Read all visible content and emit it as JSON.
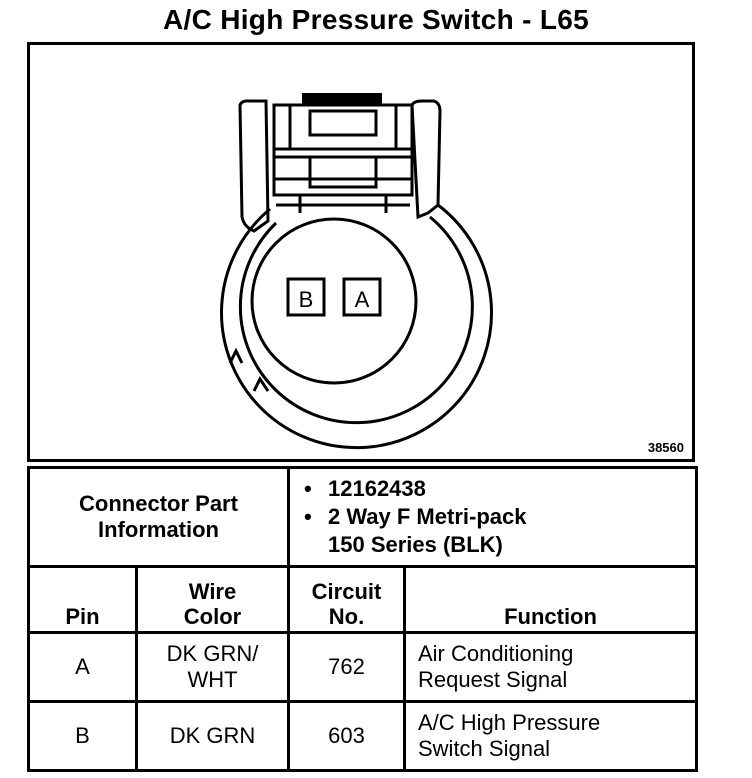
{
  "title": "A/C High Pressure Switch - L65",
  "diagram": {
    "figure_number": "38560",
    "cavity_labels": [
      "B",
      "A"
    ]
  },
  "connector": {
    "label_line1": "Connector Part",
    "label_line2": "Information",
    "part_number": "12162438",
    "description_line1": "2 Way F Metri-pack",
    "description_line2": "150 Series (BLK)"
  },
  "pin_table": {
    "headers": {
      "pin": "Pin",
      "wire_color_line1": "Wire",
      "wire_color_line2": "Color",
      "circuit_line1": "Circuit",
      "circuit_line2": "No.",
      "function": "Function"
    },
    "rows": [
      {
        "pin": "A",
        "wire_line1": "DK GRN/",
        "wire_line2": "WHT",
        "circuit": "762",
        "function_line1": "Air Conditioning",
        "function_line2": "Request Signal"
      },
      {
        "pin": "B",
        "wire_line1": "DK GRN",
        "wire_line2": "",
        "circuit": "603",
        "function_line1": "A/C High Pressure",
        "function_line2": "Switch Signal"
      }
    ]
  }
}
